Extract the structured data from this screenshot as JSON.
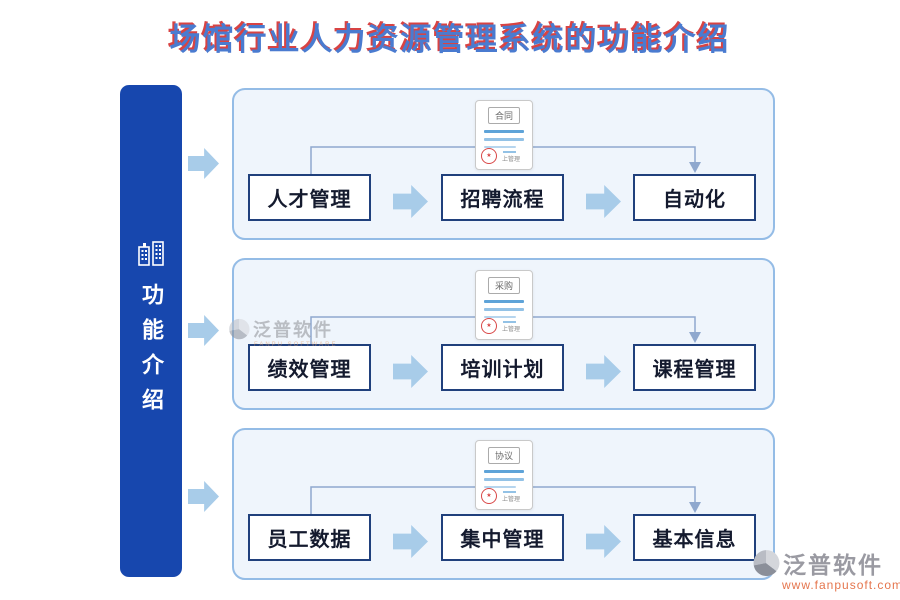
{
  "title": "场馆行业人力资源管理系统的功能介绍",
  "sidebar": {
    "label": "功能介绍",
    "icon": "buildings-icon"
  },
  "panels": [
    {
      "doc_label": "合同",
      "seal_text": "上管理",
      "boxes": [
        "人才管理",
        "招聘流程",
        "自动化"
      ]
    },
    {
      "doc_label": "采购",
      "seal_text": "上管理",
      "boxes": [
        "绩效管理",
        "培训计划",
        "课程管理"
      ]
    },
    {
      "doc_label": "协议",
      "seal_text": "上管理",
      "boxes": [
        "员工数据",
        "集中管理",
        "基本信息"
      ]
    }
  ],
  "watermarks": {
    "mid": {
      "name": "泛普软件",
      "sub": "FANPU SOFTWARE"
    },
    "bottom": {
      "name": "泛普软件",
      "url": "www.fanpusoft.com"
    }
  },
  "colors": {
    "sidebar_blue": "#1747ae",
    "arrow_blue": "#a8cce9",
    "panel_fill": "#eff5fc",
    "panel_border": "#94bce6",
    "node_border": "#20407c",
    "title_blue": "#4a7bd0",
    "title_red_shadow": "#d84343",
    "connector": "#8fa8ce",
    "stamp_red": "#d94848",
    "watermark_orange": "#e5764e"
  }
}
